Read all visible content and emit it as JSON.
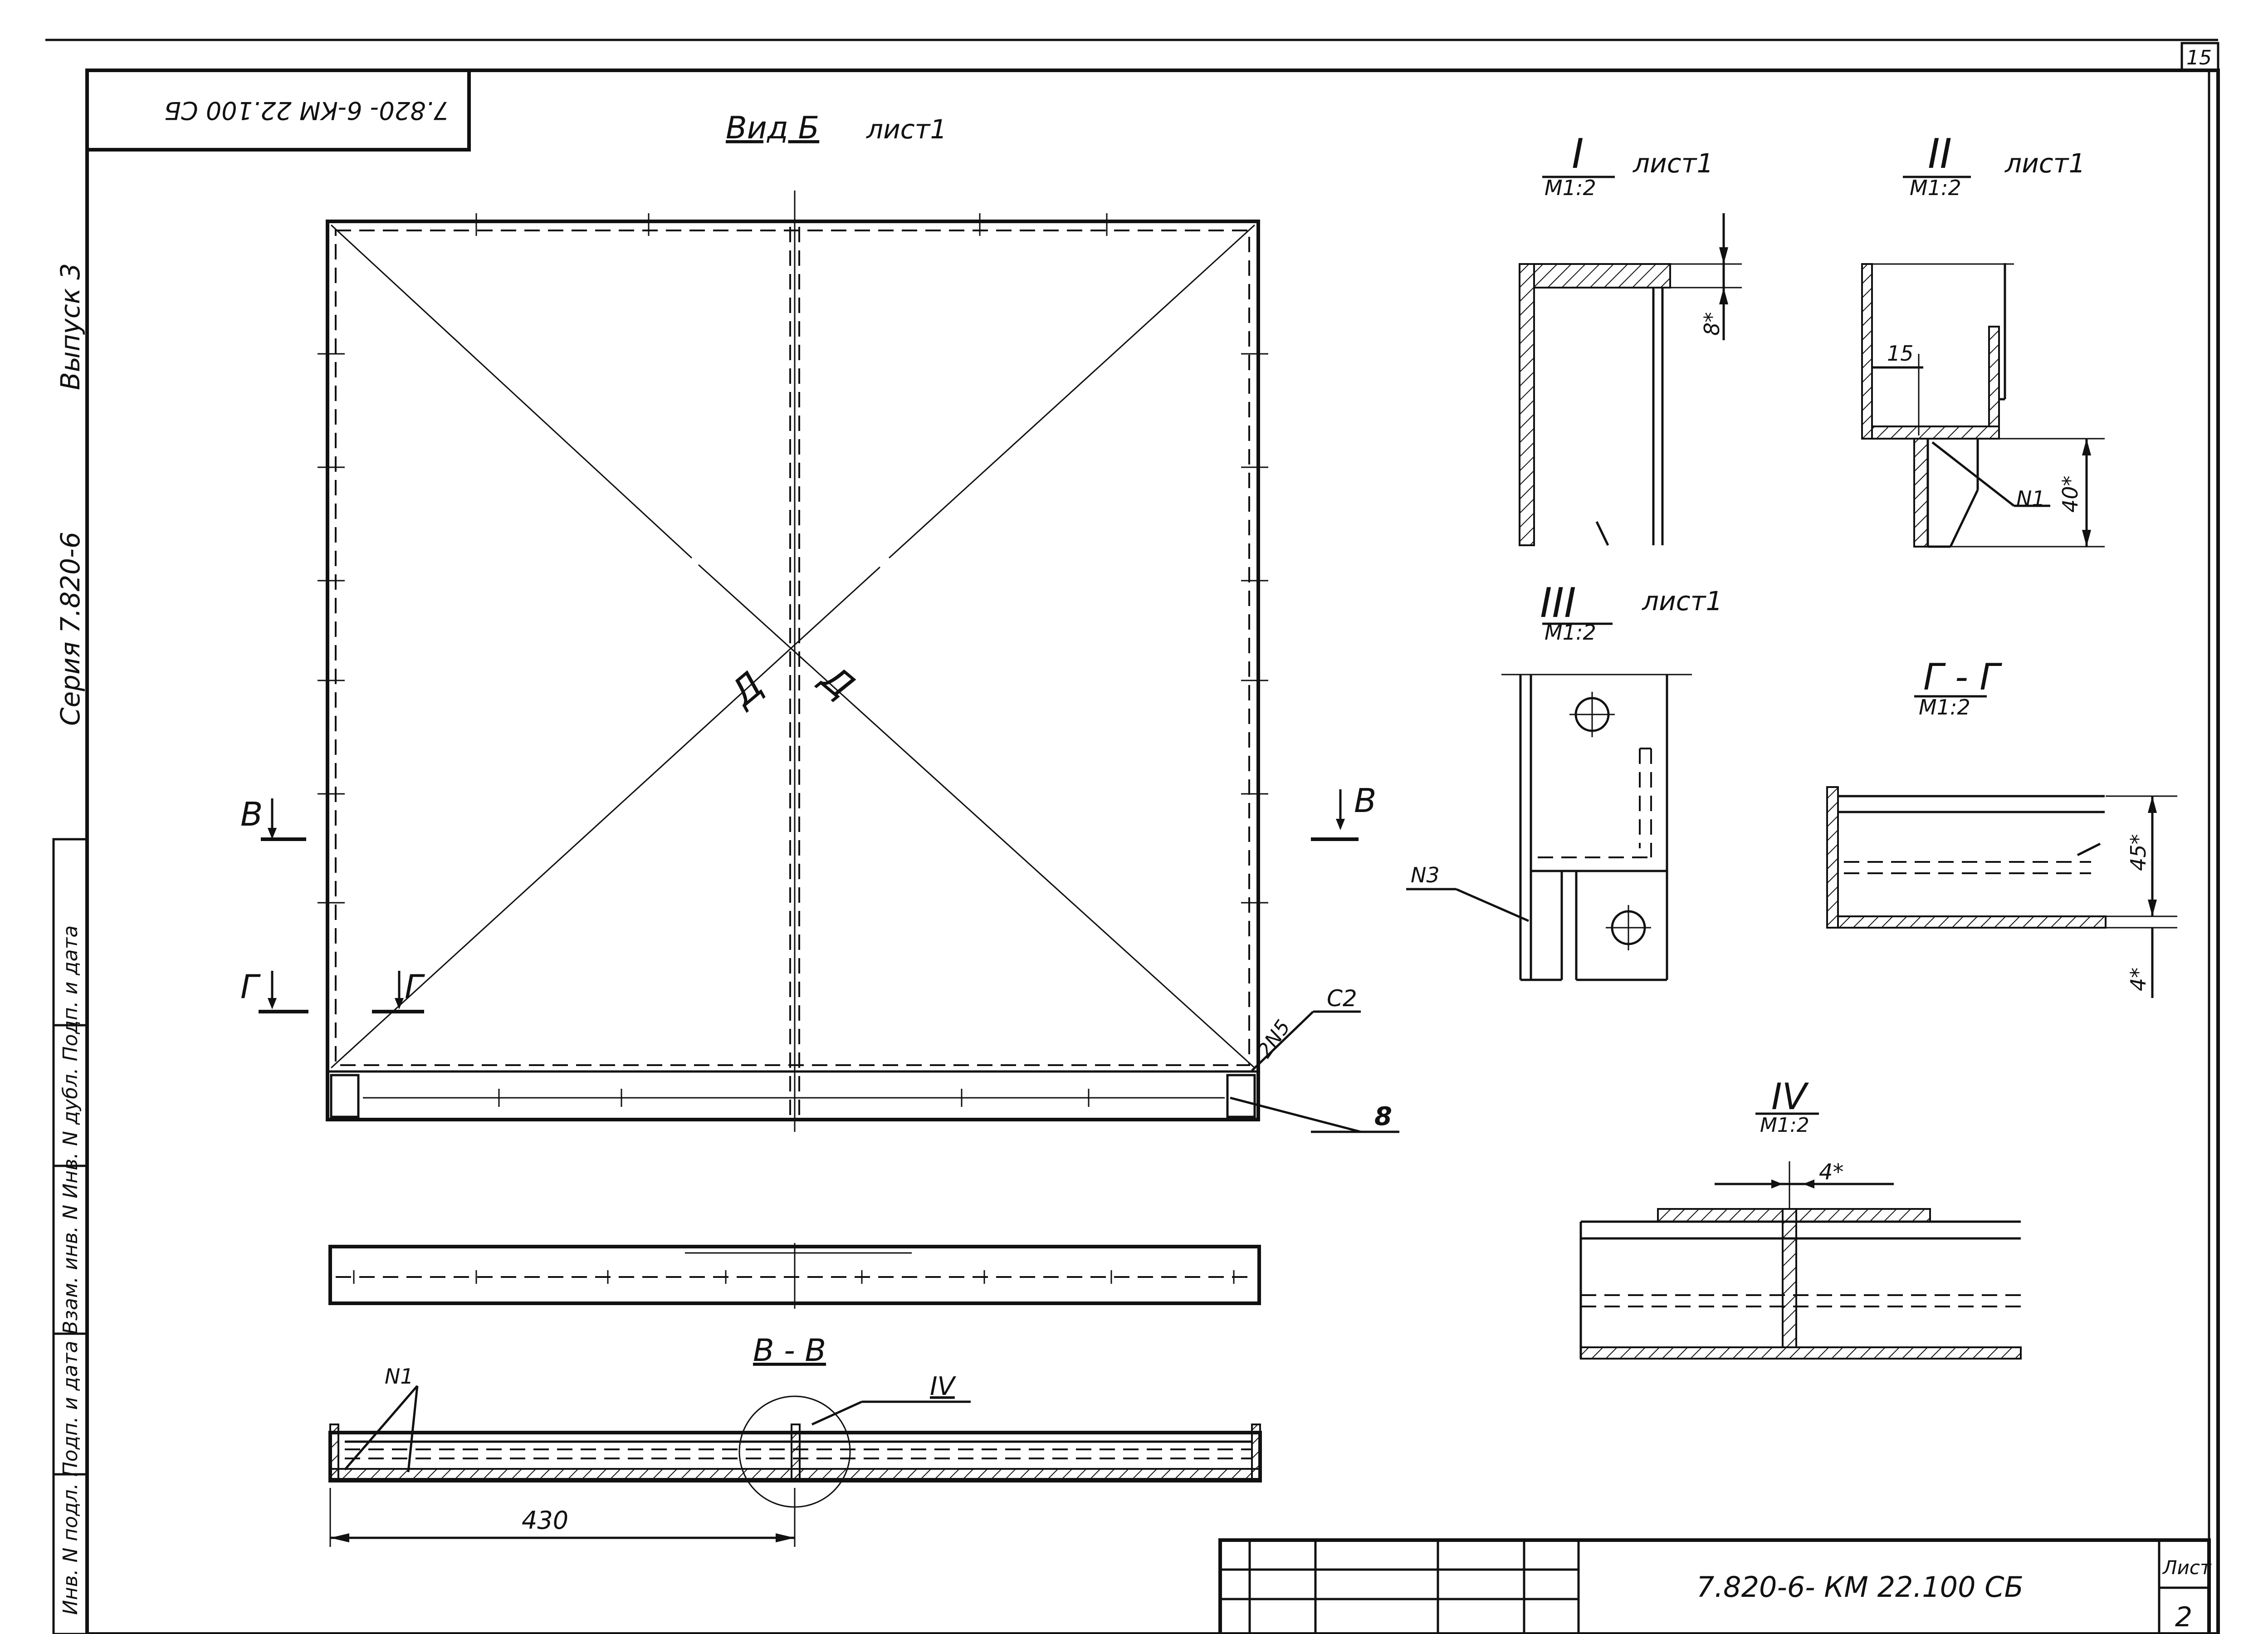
{
  "sheet": {
    "number_top_right": "15",
    "stamp_rotated": "7.820- 6-КМ 22.100 СБ",
    "side_vypusk": "Выпуск 3",
    "side_seria": "Серия 7.820-6",
    "side_column_text": "Инв. N подл.   Подп. и дата   Взам. инв. N   Инв. N дубл.   Подп. и дата"
  },
  "view_b": {
    "title": "Вид Б",
    "sheet_ref": "лист1",
    "diag_label_left": "Д",
    "diag_label_right": "Д",
    "cut_left_v": "В",
    "cut_right_v": "В",
    "cut_g1": "Г",
    "cut_g2": "Г",
    "weld_top": "2N5",
    "weld_side": "С2",
    "item_8": "8"
  },
  "section_vv": {
    "title": "В - В",
    "callout_iv": "IV",
    "n1": "N1",
    "dim_430": "430"
  },
  "detail_i": {
    "numeral": "I",
    "scale": "М1:2",
    "sheet_ref": "лист1",
    "dim": "8*"
  },
  "detail_ii": {
    "numeral": "II",
    "scale": "М1:2",
    "sheet_ref": "лист1",
    "dim_15": "15",
    "dim_40": "40*",
    "n1": "N1"
  },
  "detail_iii": {
    "numeral": "III",
    "scale": "М1:2",
    "sheet_ref": "лист1",
    "n3": "N3"
  },
  "section_gg": {
    "title": "Г - Г",
    "scale": "М1:2",
    "dim_45": "45*",
    "dim_4": "4*"
  },
  "detail_iv": {
    "numeral": "IV",
    "scale": "М1:2",
    "dim_4": "4*"
  },
  "title_block": {
    "code": "7.820-6- КМ 22.100 СБ",
    "list_label": "Лист",
    "list_number": "2"
  }
}
